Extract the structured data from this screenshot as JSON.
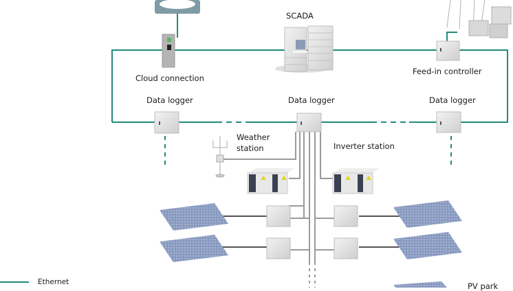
{
  "diagram": {
    "title": "PV park monitoring network",
    "nodes": {
      "cloud": {
        "label": "Cloud connection"
      },
      "scada": {
        "label": "SCADA"
      },
      "feed_in": {
        "label": "Feed-in controller"
      },
      "logger_left": {
        "label": "Data logger"
      },
      "logger_center": {
        "label": "Data logger"
      },
      "logger_right": {
        "label": "Data logger"
      },
      "weather": {
        "label_line1": "Weather",
        "label_line2": "station"
      },
      "inverter": {
        "label": "Inverter station"
      },
      "pv_park": {
        "label": "PV park"
      }
    },
    "legend": {
      "items": [
        {
          "label": "Ethernet",
          "color": "#1f8a7a"
        }
      ]
    },
    "colors": {
      "ethernet": "#1f8a7a",
      "field_cable": "#9a9a9a",
      "dc_cable": "#1a1a1a",
      "device": "#e4e4e4",
      "cloud_box": "#7f9ba6",
      "panel": "#7f93b8"
    }
  }
}
